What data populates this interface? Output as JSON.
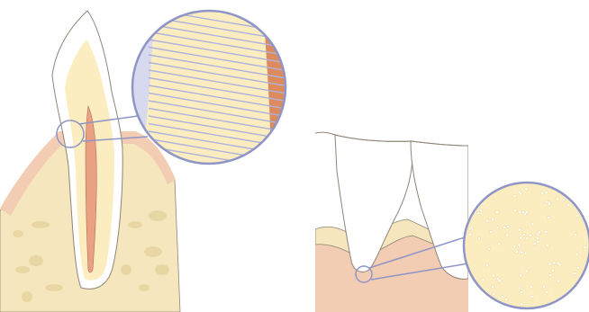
{
  "colors": {
    "background": "#ffffff",
    "bone": "#f5e6bd",
    "bone_spot": "#e9d7a3",
    "gum": "#f2cdb3",
    "gum_dark": "#e7b89a",
    "dentin": "#fbedbf",
    "enamel": "#ffffff",
    "pulp": "#e9a184",
    "outline": "#8e8577",
    "lens_ring": "#8f95c6",
    "lens_bg": "#d7d9ef",
    "tubule": "#aeb3dd",
    "odontoblast": "#dd8a5e",
    "lens_dots": "#ffffff"
  },
  "figures": [
    {
      "id": "incisor-section",
      "magnified_detail": "dentin-tubules"
    },
    {
      "id": "root-cross-section",
      "magnified_detail": "cementum-dots"
    }
  ]
}
